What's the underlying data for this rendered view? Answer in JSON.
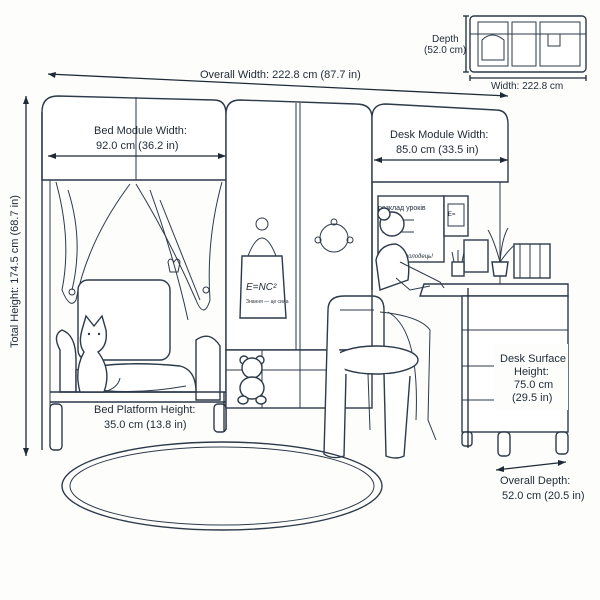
{
  "diagram": {
    "overall_width": "Overall Width: 222.8 cm (87.7 in)",
    "total_height": "Total Height: 174.5 cm (68.7 in)",
    "bed_module_label": "Bed Module Width:",
    "bed_module_value": "92.0 cm (36.2 in)",
    "desk_module_label": "Desk Module Width:",
    "desk_module_value": "85.0 cm (33.5 in)",
    "bed_platform_label": "Bed Platform Height:",
    "bed_platform_value": "35.0 cm (13.8 in)",
    "desk_surface_line1": "Desk Surface",
    "desk_surface_line2": "Height:",
    "desk_surface_line3": "75.0 cm",
    "desk_surface_line4": "(29.5 in)",
    "overall_depth_label": "Overall Depth:",
    "overall_depth_value": "52.0 cm (20.5 in)",
    "inset_depth_label": "Depth",
    "inset_depth_value": "(52.0 cm)",
    "inset_width": "Width: 222.8 cm",
    "poster_title": "розклад уроків",
    "poster_sub": "молодець!",
    "formula": "E=NC²",
    "formula_sub": "Знання — це сила"
  }
}
